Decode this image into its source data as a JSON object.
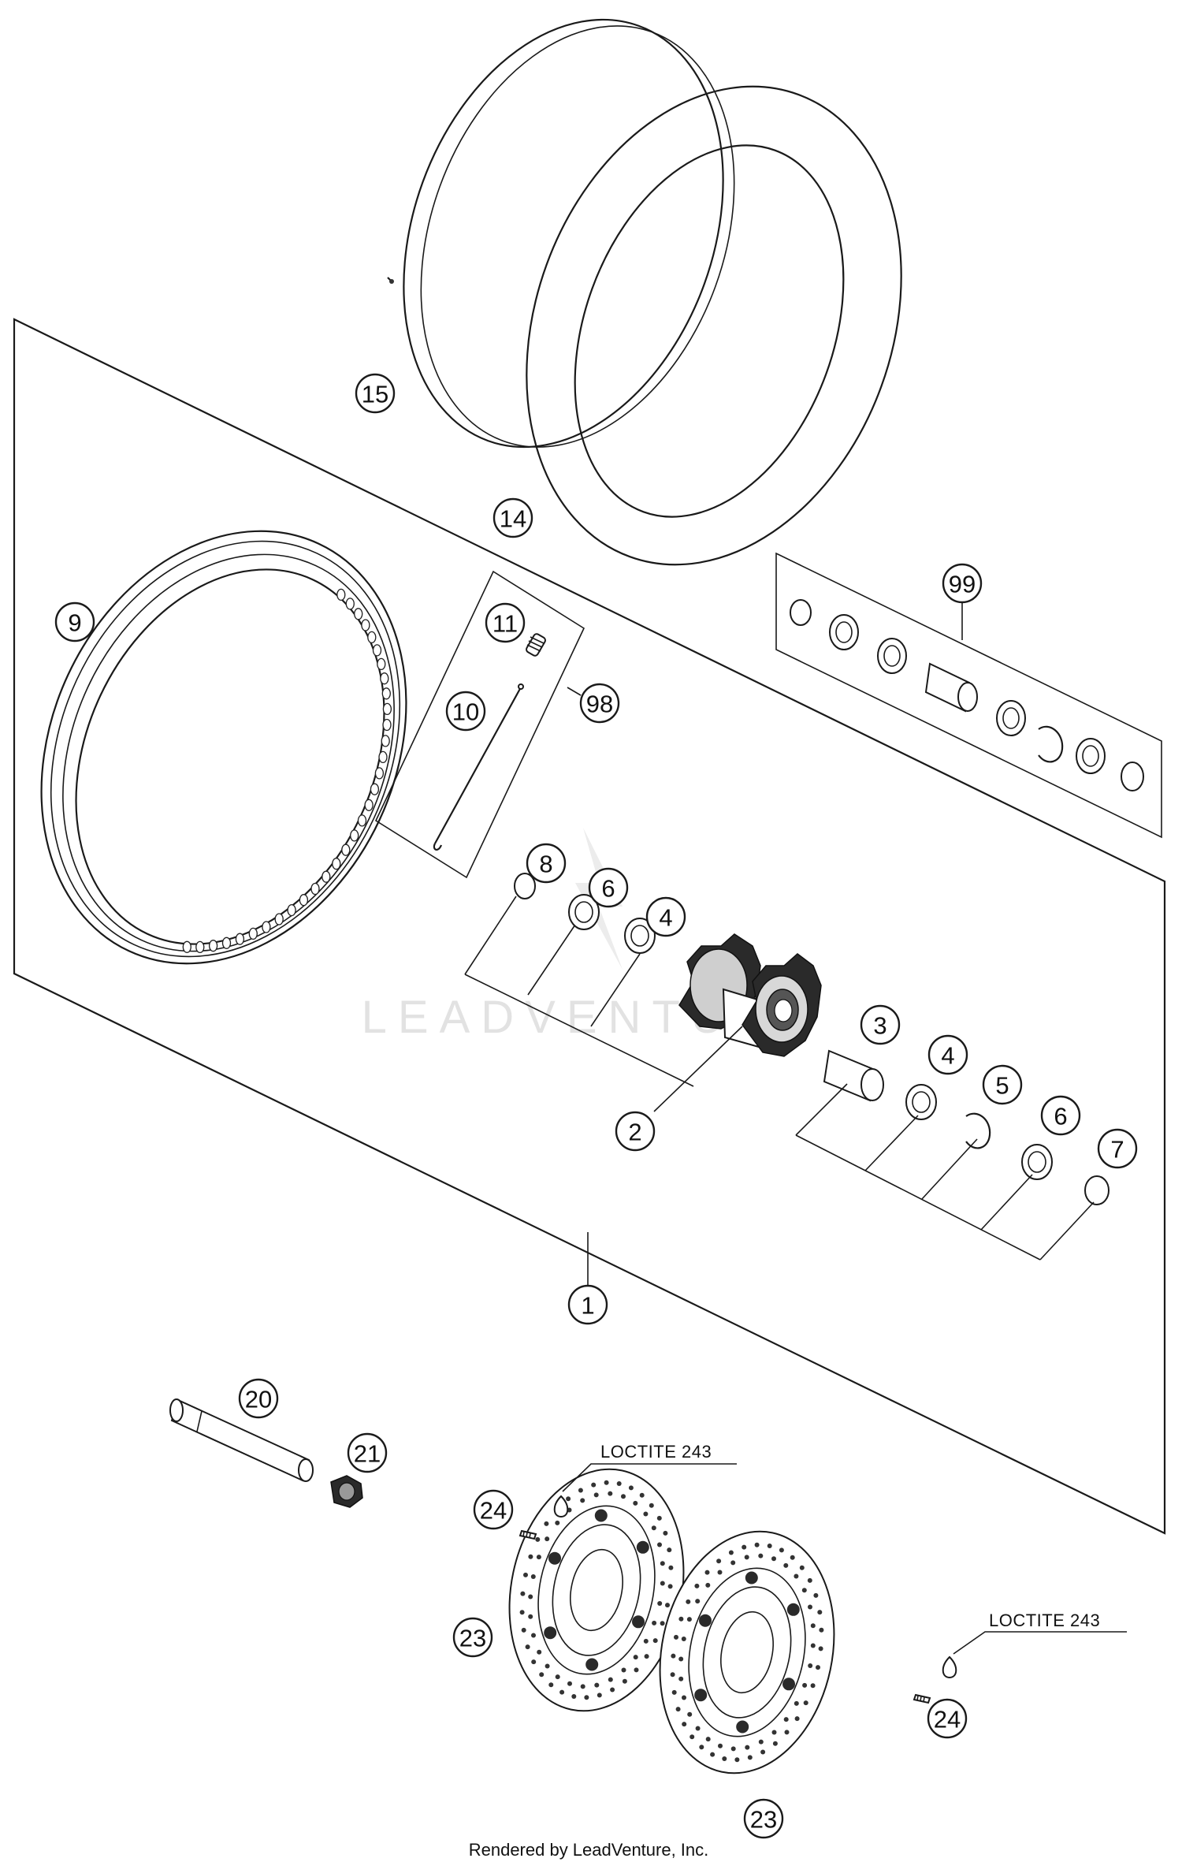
{
  "callouts": [
    {
      "id": "c1",
      "label": "1"
    },
    {
      "id": "c2",
      "label": "2"
    },
    {
      "id": "c3",
      "label": "3"
    },
    {
      "id": "c4a",
      "label": "4"
    },
    {
      "id": "c4b",
      "label": "4"
    },
    {
      "id": "c5",
      "label": "5"
    },
    {
      "id": "c6a",
      "label": "6"
    },
    {
      "id": "c6b",
      "label": "6"
    },
    {
      "id": "c7",
      "label": "7"
    },
    {
      "id": "c8",
      "label": "8"
    },
    {
      "id": "c9",
      "label": "9"
    },
    {
      "id": "c10",
      "label": "10"
    },
    {
      "id": "c11",
      "label": "11"
    },
    {
      "id": "c14",
      "label": "14"
    },
    {
      "id": "c15",
      "label": "15"
    },
    {
      "id": "c20",
      "label": "20"
    },
    {
      "id": "c21",
      "label": "21"
    },
    {
      "id": "c23a",
      "label": "23"
    },
    {
      "id": "c23b",
      "label": "23"
    },
    {
      "id": "c24a",
      "label": "24"
    },
    {
      "id": "c24b",
      "label": "24"
    },
    {
      "id": "c98",
      "label": "98"
    },
    {
      "id": "c99",
      "label": "99"
    }
  ],
  "notes": {
    "loctite_upper": "LOCTITE 243",
    "loctite_lower": "LOCTITE 243"
  },
  "watermark": "LEADVENTURE",
  "footer": "Rendered by LeadVenture, Inc."
}
